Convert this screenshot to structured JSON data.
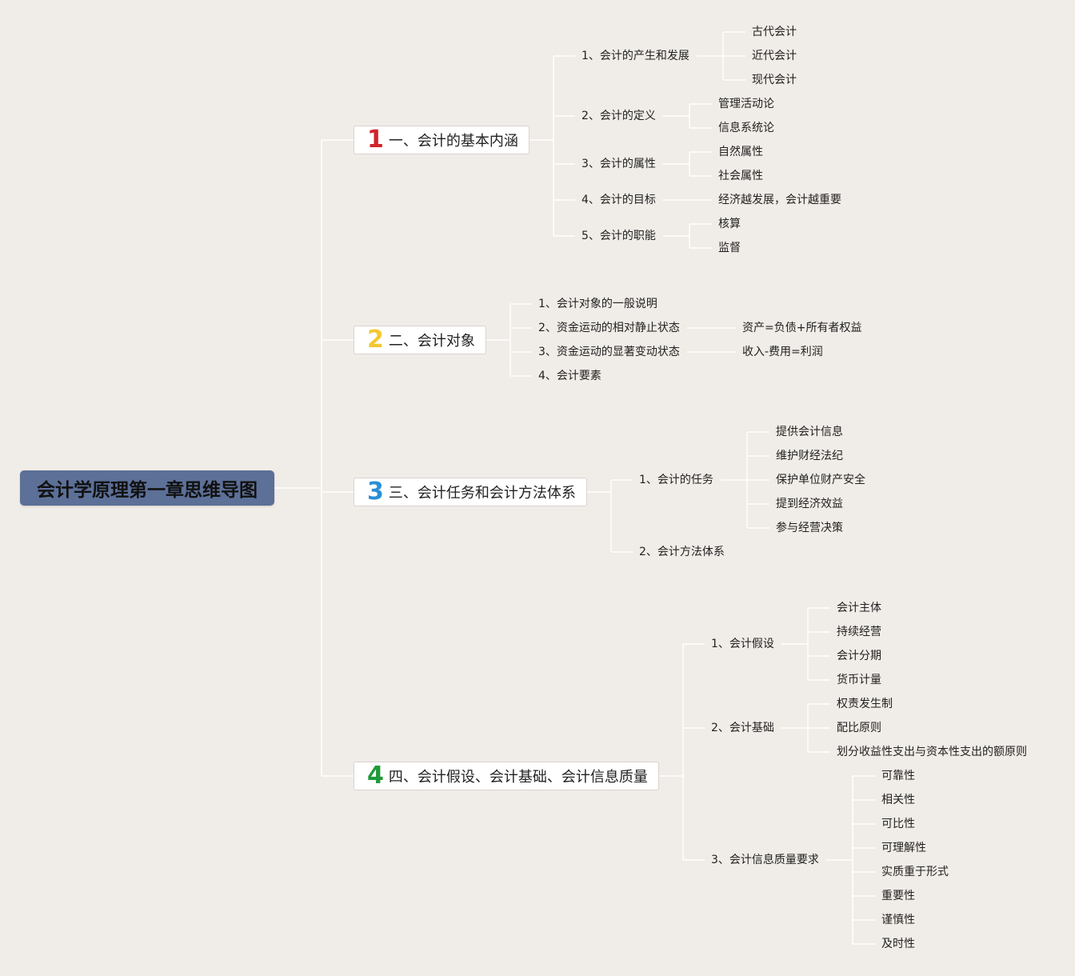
{
  "root": {
    "label": "会计学原理第一章思维导图"
  },
  "branches": [
    {
      "number": "1",
      "color": "#d2232a",
      "label": "一、会计的基本内涵",
      "children": [
        {
          "label": "1、会计的产生和发展",
          "children": [
            {
              "label": "古代会计"
            },
            {
              "label": "近代会计"
            },
            {
              "label": "现代会计"
            }
          ]
        },
        {
          "label": "2、会计的定义",
          "children": [
            {
              "label": "管理活动论"
            },
            {
              "label": "信息系统论"
            }
          ]
        },
        {
          "label": "3、会计的属性",
          "children": [
            {
              "label": "自然属性"
            },
            {
              "label": "社会属性"
            }
          ]
        },
        {
          "label": "4、会计的目标",
          "children": [
            {
              "label": "经济越发展，会计越重要"
            }
          ]
        },
        {
          "label": "5、会计的职能",
          "children": [
            {
              "label": "核算"
            },
            {
              "label": "监督"
            }
          ]
        }
      ]
    },
    {
      "number": "2",
      "color": "#f2c832",
      "label": "二、会计对象",
      "children": [
        {
          "label": "1、会计对象的一般说明",
          "children": []
        },
        {
          "label": "2、资金运动的相对静止状态",
          "children": [
            {
              "label": "资产=负债+所有者权益"
            }
          ]
        },
        {
          "label": "3、资金运动的显著变动状态",
          "children": [
            {
              "label": "收入-费用=利润"
            }
          ]
        },
        {
          "label": "4、会计要素",
          "children": []
        }
      ]
    },
    {
      "number": "3",
      "color": "#2a8fd6",
      "label": "三、会计任务和会计方法体系",
      "children": [
        {
          "label": "1、会计的任务",
          "children": [
            {
              "label": "提供会计信息"
            },
            {
              "label": "维护财经法纪"
            },
            {
              "label": "保护单位财产安全"
            },
            {
              "label": "提到经济效益"
            },
            {
              "label": "参与经营决策"
            }
          ]
        },
        {
          "label": "2、会计方法体系",
          "children": []
        }
      ]
    },
    {
      "number": "4",
      "color": "#1f9a3a",
      "label": "四、会计假设、会计基础、会计信息质量",
      "children": [
        {
          "label": "1、会计假设",
          "children": [
            {
              "label": "会计主体"
            },
            {
              "label": "持续经营"
            },
            {
              "label": "会计分期"
            },
            {
              "label": "货币计量"
            }
          ]
        },
        {
          "label": "2、会计基础",
          "children": [
            {
              "label": "权责发生制"
            },
            {
              "label": "配比原则"
            },
            {
              "label": "划分收益性支出与资本性支出的额原则"
            }
          ]
        },
        {
          "label": "3、会计信息质量要求",
          "children": [
            {
              "label": "可靠性"
            },
            {
              "label": "相关性"
            },
            {
              "label": "可比性"
            },
            {
              "label": "可理解性"
            },
            {
              "label": "实质重于形式"
            },
            {
              "label": "重要性"
            },
            {
              "label": "谨慎性"
            },
            {
              "label": "及时性"
            }
          ]
        }
      ]
    }
  ]
}
